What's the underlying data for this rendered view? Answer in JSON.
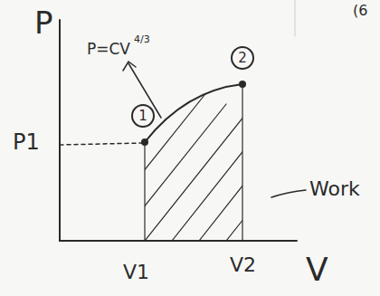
{
  "diagram": {
    "nodes": [
      {
        "text": [
          "1"
        ]
      },
      {
        "text": [
          "2"
        ]
      }
    ],
    "labels": [
      "P",
      "V",
      "P1",
      "V1",
      "V2",
      "P=CV",
      "4/3",
      "Work",
      "(6"
    ]
  }
}
